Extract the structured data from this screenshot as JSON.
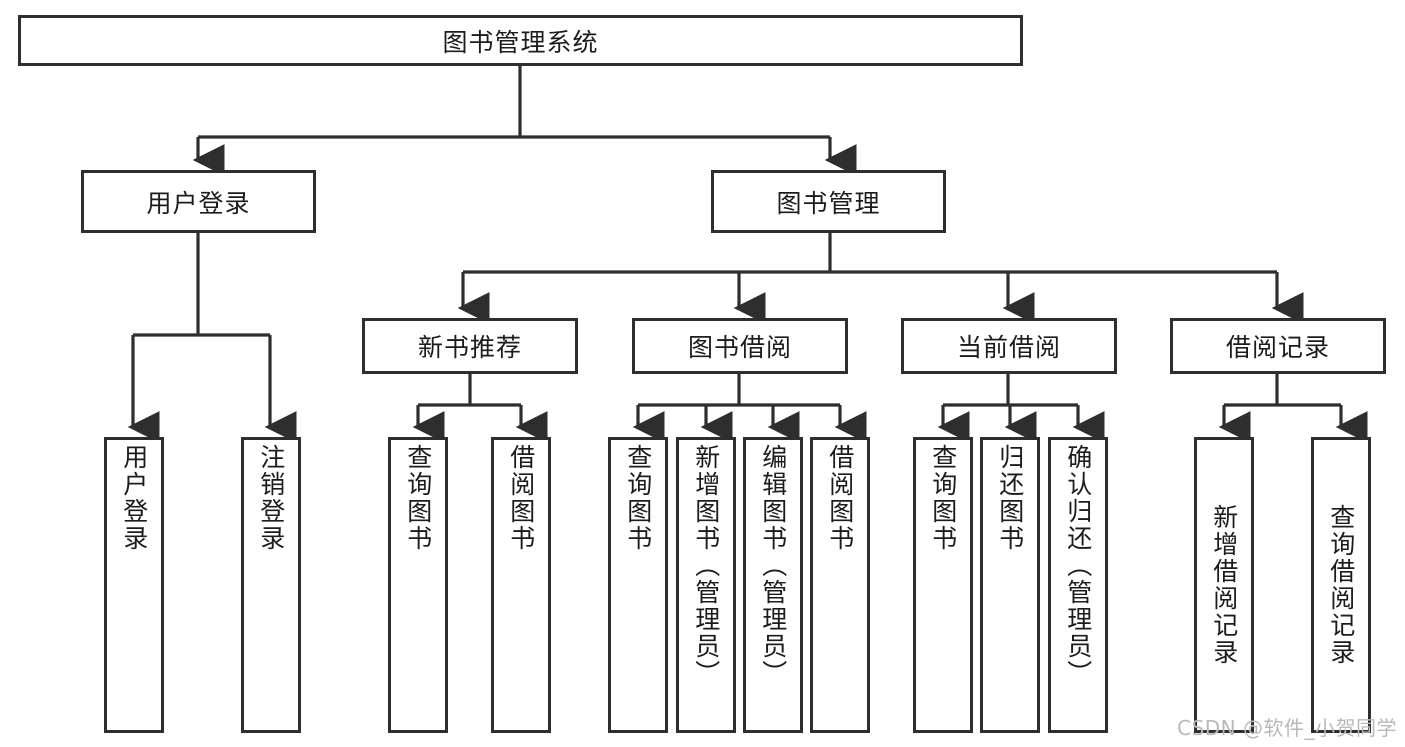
{
  "diagram": {
    "title": "图书管理系统",
    "type": "functional-structure-tree",
    "root": {
      "id": "root",
      "label": "图书管理系统"
    },
    "level2": [
      {
        "id": "user-login",
        "label": "用户登录"
      },
      {
        "id": "book-management",
        "label": "图书管理"
      }
    ],
    "level3": [
      {
        "id": "new-book-recommend",
        "label": "新书推荐",
        "parent": "book-management"
      },
      {
        "id": "book-borrow",
        "label": "图书借阅",
        "parent": "book-management"
      },
      {
        "id": "current-borrow",
        "label": "当前借阅",
        "parent": "book-management"
      },
      {
        "id": "borrow-record",
        "label": "借阅记录",
        "parent": "book-management"
      }
    ],
    "leaves": {
      "user_login": [
        {
          "id": "leaf-user-login",
          "label": "用户登录"
        },
        {
          "id": "leaf-user-logout",
          "label": "注销登录"
        }
      ],
      "new_book_recommend": [
        {
          "id": "leaf-query-book-1",
          "label": "查询图书"
        },
        {
          "id": "leaf-borrow-book-1",
          "label": "借阅图书"
        }
      ],
      "book_borrow": [
        {
          "id": "leaf-query-book-2",
          "label": "查询图书"
        },
        {
          "id": "leaf-add-book",
          "label": "新增图书（管理员）"
        },
        {
          "id": "leaf-edit-book",
          "label": "编辑图书（管理员）"
        },
        {
          "id": "leaf-borrow-book-2",
          "label": "借阅图书"
        }
      ],
      "current_borrow": [
        {
          "id": "leaf-query-book-3",
          "label": "查询图书"
        },
        {
          "id": "leaf-return-book",
          "label": "归还图书"
        },
        {
          "id": "leaf-confirm-return",
          "label": "确认归还（管理员）"
        }
      ],
      "borrow_record": [
        {
          "id": "leaf-add-record",
          "label": "新增借阅记录"
        },
        {
          "id": "leaf-query-record",
          "label": "查询借阅记录"
        }
      ]
    }
  },
  "watermark": {
    "text": "CSDN @软件_小贺同学"
  },
  "colors": {
    "stroke": "#2e2e2e",
    "fill": "#ffffff",
    "text": "#1c1c1c",
    "watermark": "#b9b9b9"
  }
}
